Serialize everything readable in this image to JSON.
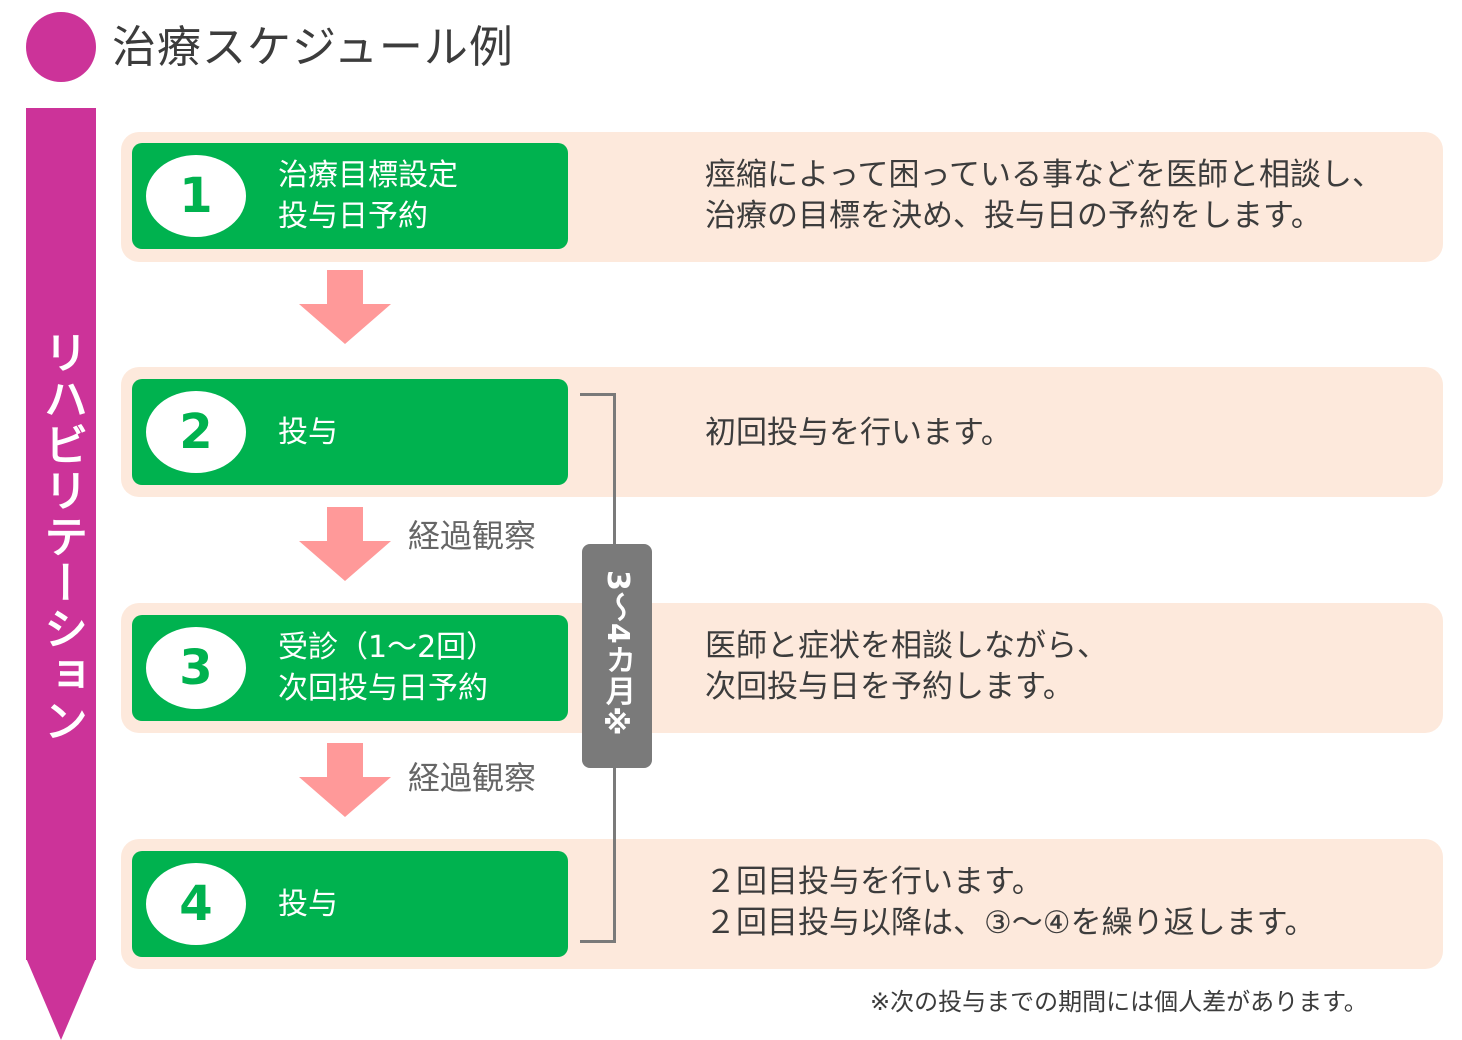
{
  "title": "治療スケジュール例",
  "side_label": "リハビリテーション",
  "steps": [
    {
      "number": "1",
      "text_lines": [
        "治療目標設定",
        "投与日予約"
      ],
      "description_lines": [
        "痙縮によって困っている事などを医師と相談し、",
        "治療の目標を決め、投与日の予約をします。"
      ]
    },
    {
      "number": "2",
      "text_lines": [
        "投与"
      ],
      "description_lines": [
        "初回投与を行います。"
      ]
    },
    {
      "number": "3",
      "text_lines": [
        "受診（1～2回）",
        "次回投与日予約"
      ],
      "description_lines": [
        "医師と症状を相談しながら、",
        "次回投与日を予約します。"
      ]
    },
    {
      "number": "4",
      "text_lines": [
        "投与"
      ],
      "description_lines": [
        "２回目投与を行います。",
        "２回目投与以降は、③～④を繰り返します。"
      ]
    }
  ],
  "observation_label": "経過観察",
  "duration_label": "3～4カ月※",
  "footnote": "※次の投与までの期間には個人差があります。",
  "colors": {
    "accent_magenta": "#cc3399",
    "step_green": "#00b24f",
    "row_background": "#fde9dc",
    "arrow_pink": "#ff9999",
    "bracket_gray": "#7a7a7a"
  }
}
